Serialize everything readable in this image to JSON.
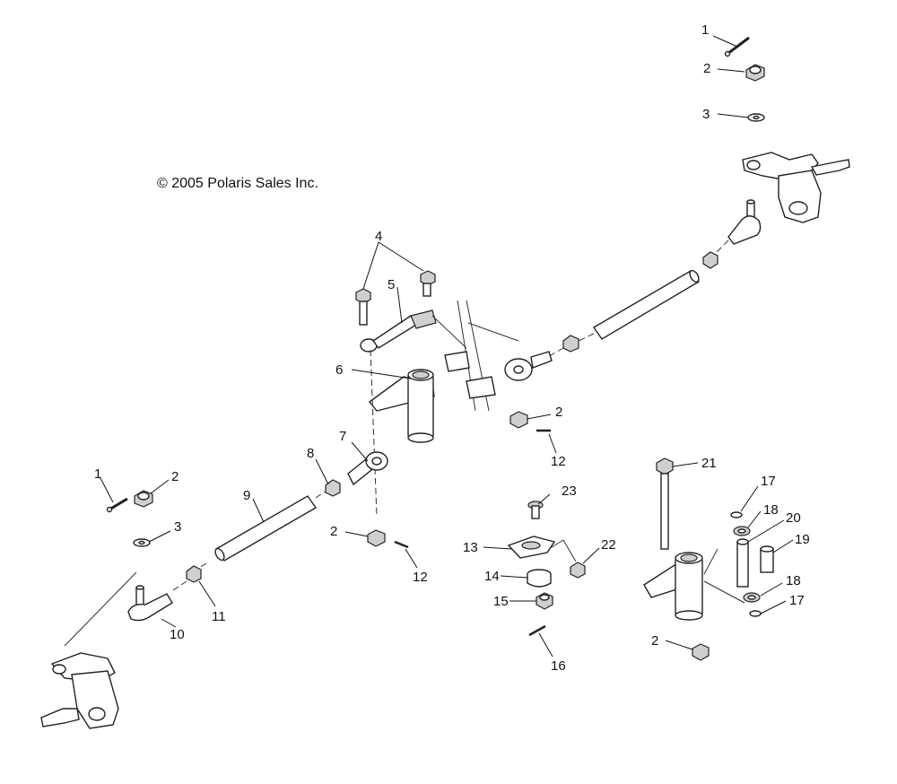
{
  "copyright": "© 2005 Polaris Sales Inc.",
  "callouts": [
    "1",
    "2",
    "3",
    "4",
    "5",
    "6",
    "7",
    "8",
    "9",
    "10",
    "11",
    "12",
    "13",
    "14",
    "15",
    "16",
    "17",
    "18",
    "19",
    "20",
    "21",
    "22",
    "23"
  ]
}
